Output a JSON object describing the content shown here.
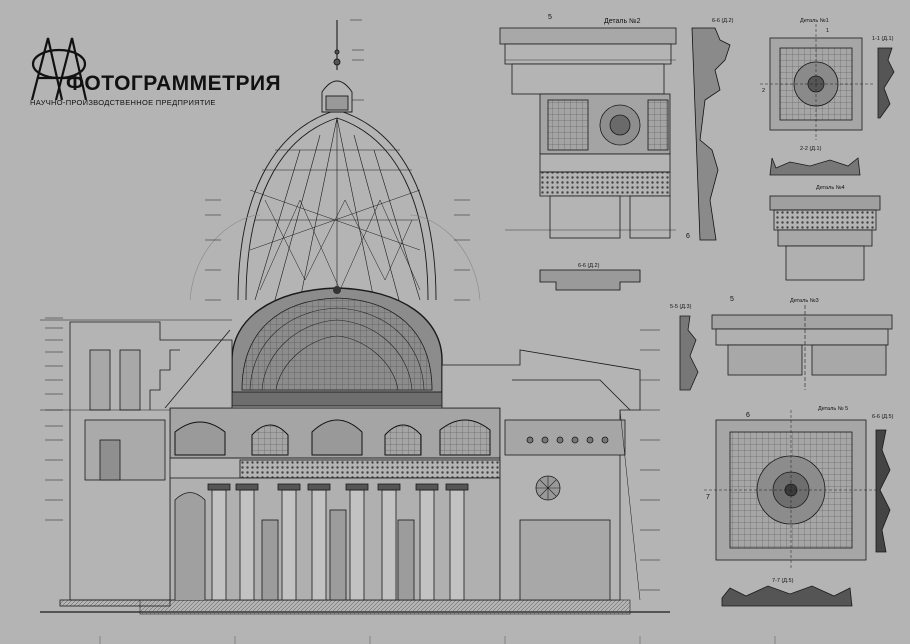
{
  "logo": {
    "mark": "ФА",
    "title": "ФОТОГРАММЕТРИЯ",
    "subtitle": "НАУЧНО-ПРОИЗВОДСТВЕННОЕ ПРЕДПРИЯТИЕ"
  },
  "details": {
    "detail2": {
      "title": "Деталь №2",
      "cut_left": "5",
      "cut_right": "6"
    },
    "section_66_top": "6-6 (Д.2)",
    "section_66_bottom": "6-6 (Д.2)",
    "detail1": {
      "title": "Деталь №1",
      "mark_1": "1",
      "mark_2": "2"
    },
    "section_11": "1-1 (Д.1)",
    "section_22": "2-2 (Д.1)",
    "detail4": {
      "title": "Деталь №4"
    },
    "section_55": "5-5 (Д.3)",
    "detail3": {
      "title": "Деталь №3",
      "cut": "5"
    },
    "detail5": {
      "title": "Деталь № 5",
      "mark_6": "6",
      "mark_7": "7"
    },
    "section_66_d5": "6-6 (Д.5)",
    "section_77": "7-7 (Д.5)"
  },
  "colors": {
    "background": "#b4b4b4",
    "line": "#1a1a1a",
    "shade": "#7d7d7d",
    "dark": "#3a3a3a"
  }
}
